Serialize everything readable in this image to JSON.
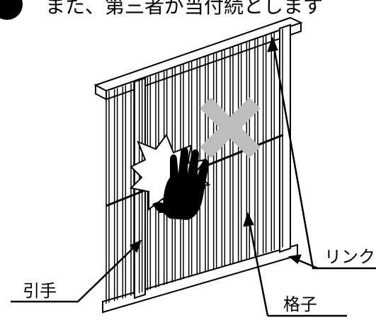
{
  "header": {
    "text": "また、第三者が当付続とします"
  },
  "labels": {
    "link": "リンク",
    "handle": "引手",
    "lattice": "格子"
  },
  "icons": {
    "warning_mark": "forbidden-x-icon",
    "hand": "hand-icon",
    "impact": "impact-burst-icon"
  },
  "colors": {
    "line": "#000000",
    "cross": "#bdbdbd",
    "background": "#ffffff"
  }
}
